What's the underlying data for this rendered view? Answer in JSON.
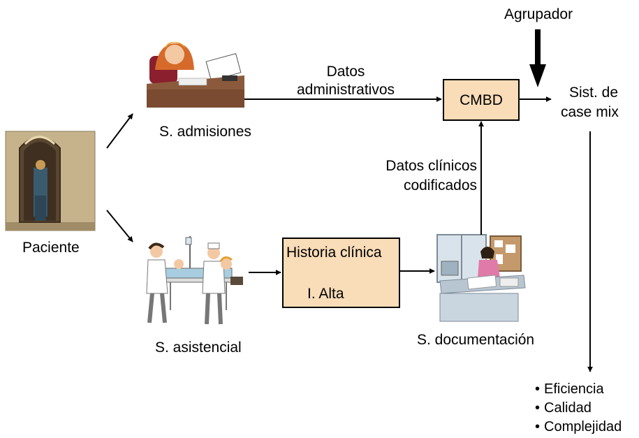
{
  "labels": {
    "agrupador": "Agrupador",
    "datos_admin_line1": "Datos",
    "datos_admin_line2": "administrativos",
    "sist_line1": "Sist. de",
    "sist_line2": "case mix",
    "s_admisiones": "S. admisiones",
    "paciente": "Paciente",
    "datos_clinicos_line1": "Datos clínicos",
    "datos_clinicos_line2": "codificados",
    "s_asistencial": "S. asistencial",
    "s_documentacion": "S. documentación"
  },
  "boxes": {
    "cmbd": "CMBD",
    "historia_title": "Historia clínica",
    "historia_sub": "I. Alta"
  },
  "outputs": [
    "Eficiencia",
    "Calidad",
    "Complejidad"
  ],
  "colors": {
    "box_fill": "#f9dcb8",
    "stroke": "#000000"
  },
  "illustrations": {
    "admissions_clerk": "woman-at-desk-with-papers-illustration",
    "patient_door": "person-entering-door-illustration",
    "clinical_staff": "hospital-bed-with-staff-illustration",
    "documentation_office": "office-worker-at-desk-illustration"
  }
}
